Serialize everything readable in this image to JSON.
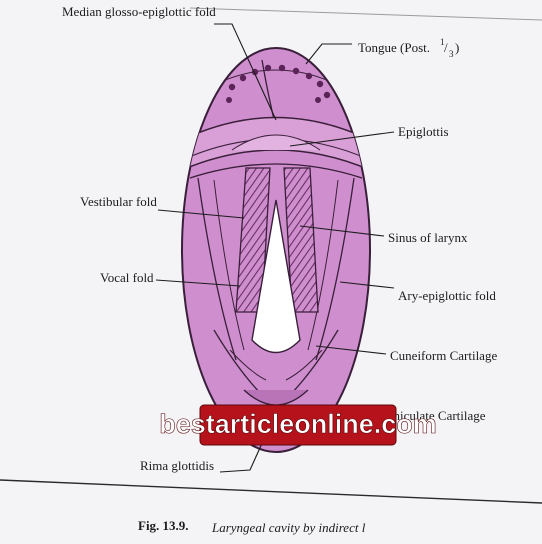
{
  "labels": {
    "median_glosso_epiglottic_fold": "Median glosso-epiglottic fold",
    "tongue_prefix": "Tongue (Post.",
    "tongue_num": "1",
    "tongue_den": "3",
    "tongue_suffix": ")",
    "epiglottis": "Epiglottis",
    "vestibular_fold": "Vestibular fold",
    "sinus_of_larynx": "Sinus of larynx",
    "vocal_fold": "Vocal fold",
    "ary_epiglottic_fold": "Ary-epiglottic fold",
    "cuneiform_cartilage": "Cuneiform Cartilage",
    "corniculate_cartilage": "Corniculate Cartilage",
    "rima_glottidis": "Rima glottidis"
  },
  "caption": {
    "figure_number": "Fig. 13.9.",
    "text": "Laryngeal cavity by indirect l"
  },
  "watermark": "bestarticleonline.com",
  "colors": {
    "tissue": "#cf8fce",
    "tissue_dark": "#b874b6",
    "outline": "#3a1f3a",
    "fold_stripe": "#7a3a78",
    "page": "#f4f4f7",
    "watermark_fill": "#b5121b"
  }
}
